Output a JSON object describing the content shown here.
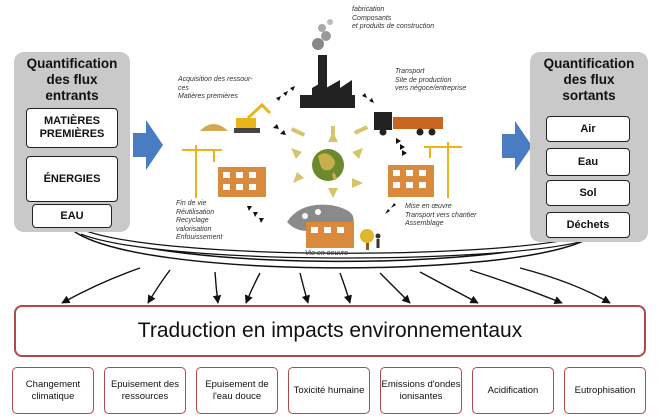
{
  "left_panel": {
    "title": "Quantification\ndes flux\nentrants",
    "items": [
      "MATIÈRES\nPREMIÈRES",
      "ÉNERGIES",
      "EAU"
    ]
  },
  "right_panel": {
    "title": "Quantification\ndes flux\nsortants",
    "items": [
      "Air",
      "Eau",
      "Sol",
      "Déchets"
    ]
  },
  "lifecycle": {
    "fabrication": "fabrication\nComposants\net produits de construction",
    "acquisition": "Acquisition des ressour-\nces\nMatières premières",
    "transport": "Transport\nSite de production\nvers négoce/entreprise",
    "fin_de_vie": "Fin de vie\nRéutilisation\nRecyclage\nvalorisation\nEnfouissement",
    "mise_en_oeuvre": "Mise en œuvre\nTransport vers chantier\nAssemblage",
    "vie_en_oeuvre": "Vie en oeuvre"
  },
  "banner": "Traduction en impacts environnementaux",
  "impacts": [
    "Changement\nclimatique",
    "Epuisement des\nressources",
    "Epuisement de\nl'eau douce",
    "Toxicité humaine",
    "Emissions d'ondes\nionisantes",
    "Acidification",
    "Eutrophisation"
  ],
  "colors": {
    "panel": "#c9c9c9",
    "arrow_blue": "#4a7cc4",
    "impact_border": "#b04a4a",
    "crane_yellow": "#e9b51a",
    "building_orange": "#d98a3d"
  }
}
